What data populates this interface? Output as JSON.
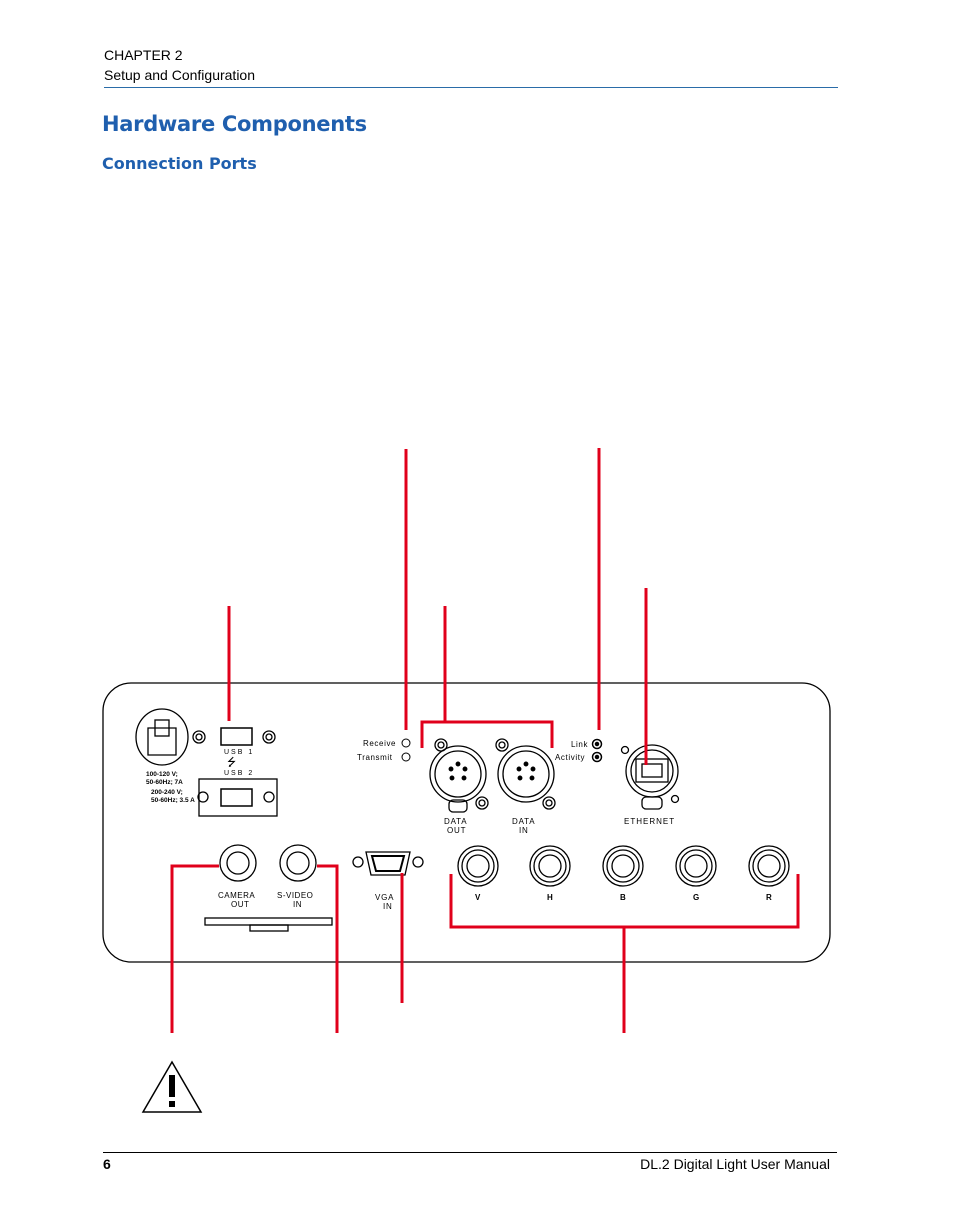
{
  "header": {
    "chapter": "CHAPTER 2",
    "section": "Setup and Configuration"
  },
  "headings": {
    "title": "Hardware Components",
    "subtitle": "Connection Ports"
  },
  "panel": {
    "power_label_1": [
      "100-120 V;",
      "50-60Hz; 7A"
    ],
    "power_label_2": [
      "200-240 V;",
      "50-60Hz; 3.5 A"
    ],
    "usb1": "USB 1",
    "usb2": "USB 2",
    "receive": "Receive",
    "transmit": "Transmit",
    "link": "Link",
    "activity": "Activity",
    "data_out": [
      "DATA",
      "OUT"
    ],
    "data_in": [
      "DATA",
      "IN"
    ],
    "ethernet": "ETHERNET",
    "camera_out": [
      "CAMERA",
      "OUT"
    ],
    "s_video_in": [
      "S-VIDEO",
      "IN"
    ],
    "vga_in": [
      "VGA",
      "IN"
    ],
    "bnc": [
      "V",
      "H",
      "B",
      "G",
      "R"
    ]
  },
  "colors": {
    "heading": "#1f5fae",
    "callout": "#e0001b",
    "rule": "#2a6ca8"
  },
  "footer": {
    "page": "6",
    "title": "DL.2 Digital Light User Manual"
  }
}
